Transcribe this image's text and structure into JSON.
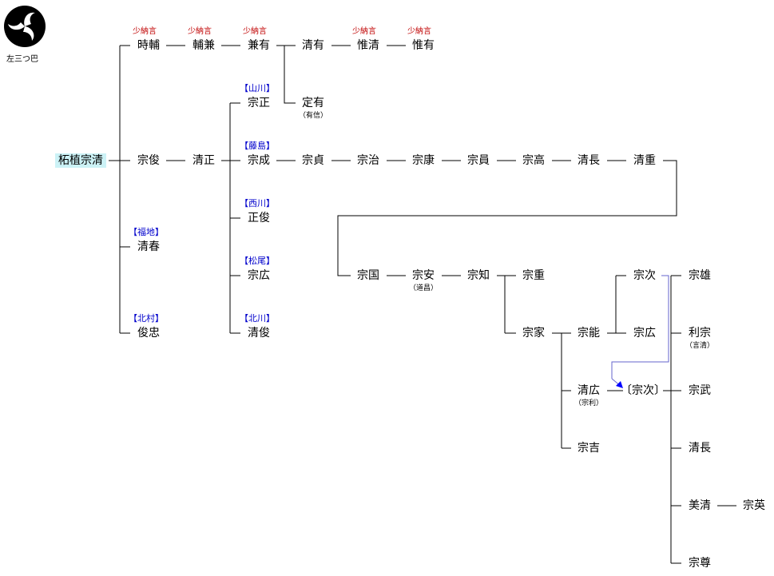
{
  "crest": {
    "label": "左三つ巴",
    "icon": "mitsudomoe-icon"
  },
  "people": {
    "munekiyo": "柘植宗清",
    "tokisuke": "時輔",
    "sukekane": "輔兼",
    "kanearu": "兼有",
    "kiyoari": "清有",
    "koreki": "惟清",
    "koreari": "惟有",
    "sadaari": "定有",
    "sadaari_alt": "（有信）",
    "munetoshi": "宗俊",
    "kiyomasa": "清正",
    "kiyoharu": "清春",
    "toshitada": "俊忠",
    "munemasa": "宗正",
    "munenari": "宗成",
    "masatoshi": "正俊",
    "munehiro1": "宗広",
    "kiyotoshi": "清俊",
    "munesada": "宗貞",
    "muneharu": "宗治",
    "muneyasu": "宗康",
    "munekazu": "宗員",
    "munetaka": "宗高",
    "kiyonaga1": "清長",
    "kiyoshige": "清重",
    "munekuni": "宗国",
    "muneyasu2": "宗安",
    "muneyasu2_alt": "（道昌）",
    "munetomo": "宗知",
    "muneshige": "宗重",
    "muneie": "宗家",
    "muneyoshi_n": "宗能",
    "munetsugu": "宗次",
    "munehiro2": "宗広",
    "kiyohiro": "清広",
    "kiyohiro_alt": "（宗利）",
    "muneyoshi": "宗吉",
    "munetsugu_b": "〔宗次〕",
    "muneo": "宗雄",
    "toshimune": "利宗",
    "toshimune_alt": "（言清）",
    "munetake": "宗武",
    "kiyonaga2": "清長",
    "yoshikiyo": "美清",
    "munehide": "宗英",
    "munetaka2": "宗尊"
  },
  "titles": {
    "tokisuke": "少納言",
    "sukekane": "少納言",
    "kanearu": "少納言",
    "koreki": "少納言",
    "koreari": "少納言"
  },
  "families": {
    "yamakawa": "【山川】",
    "fujishima": "【藤島】",
    "nishikawa": "【西川】",
    "matsuo": "【松尾】",
    "kitagawa": "【北川】",
    "fukuchi": "【福地】",
    "kitamura": "【北村】"
  },
  "colors": {
    "line": "#000000",
    "title": "#c00000",
    "family": "#0000cc",
    "adoption": "#6666cc",
    "arrow": "#0000ff",
    "root_bg": "#ccf2f6"
  }
}
